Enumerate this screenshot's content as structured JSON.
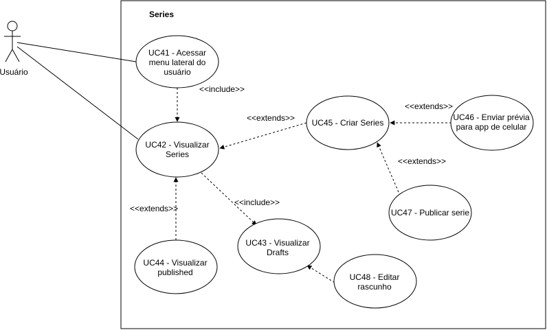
{
  "system": {
    "title": "Series"
  },
  "actor": {
    "name": "Usuário"
  },
  "use_cases": {
    "uc41": [
      "UC41 - Acessar",
      "menu lateral do",
      "usuário"
    ],
    "uc42": [
      "UC42 - Visualizar",
      "Series"
    ],
    "uc43": [
      "UC43 - Visualizar",
      "Drafts"
    ],
    "uc44": [
      "UC44 - Visualizar",
      "published"
    ],
    "uc45": [
      "UC45 - Criar Series"
    ],
    "uc46": [
      "UC46 - Enviar prévia",
      "para app de celular"
    ],
    "uc47": [
      "UC47 - Publicar serie"
    ],
    "uc48": [
      "UC48 - Editar",
      "rascunho"
    ]
  },
  "relations": {
    "uc41_uc42": "<<include>>",
    "uc42_uc43": "<<include>>",
    "uc44_uc42": "<<extends>>",
    "uc45_uc42": "<<extends>>",
    "uc46_uc45": "<<extends>>",
    "uc47_uc45": "<<extends>>"
  }
}
